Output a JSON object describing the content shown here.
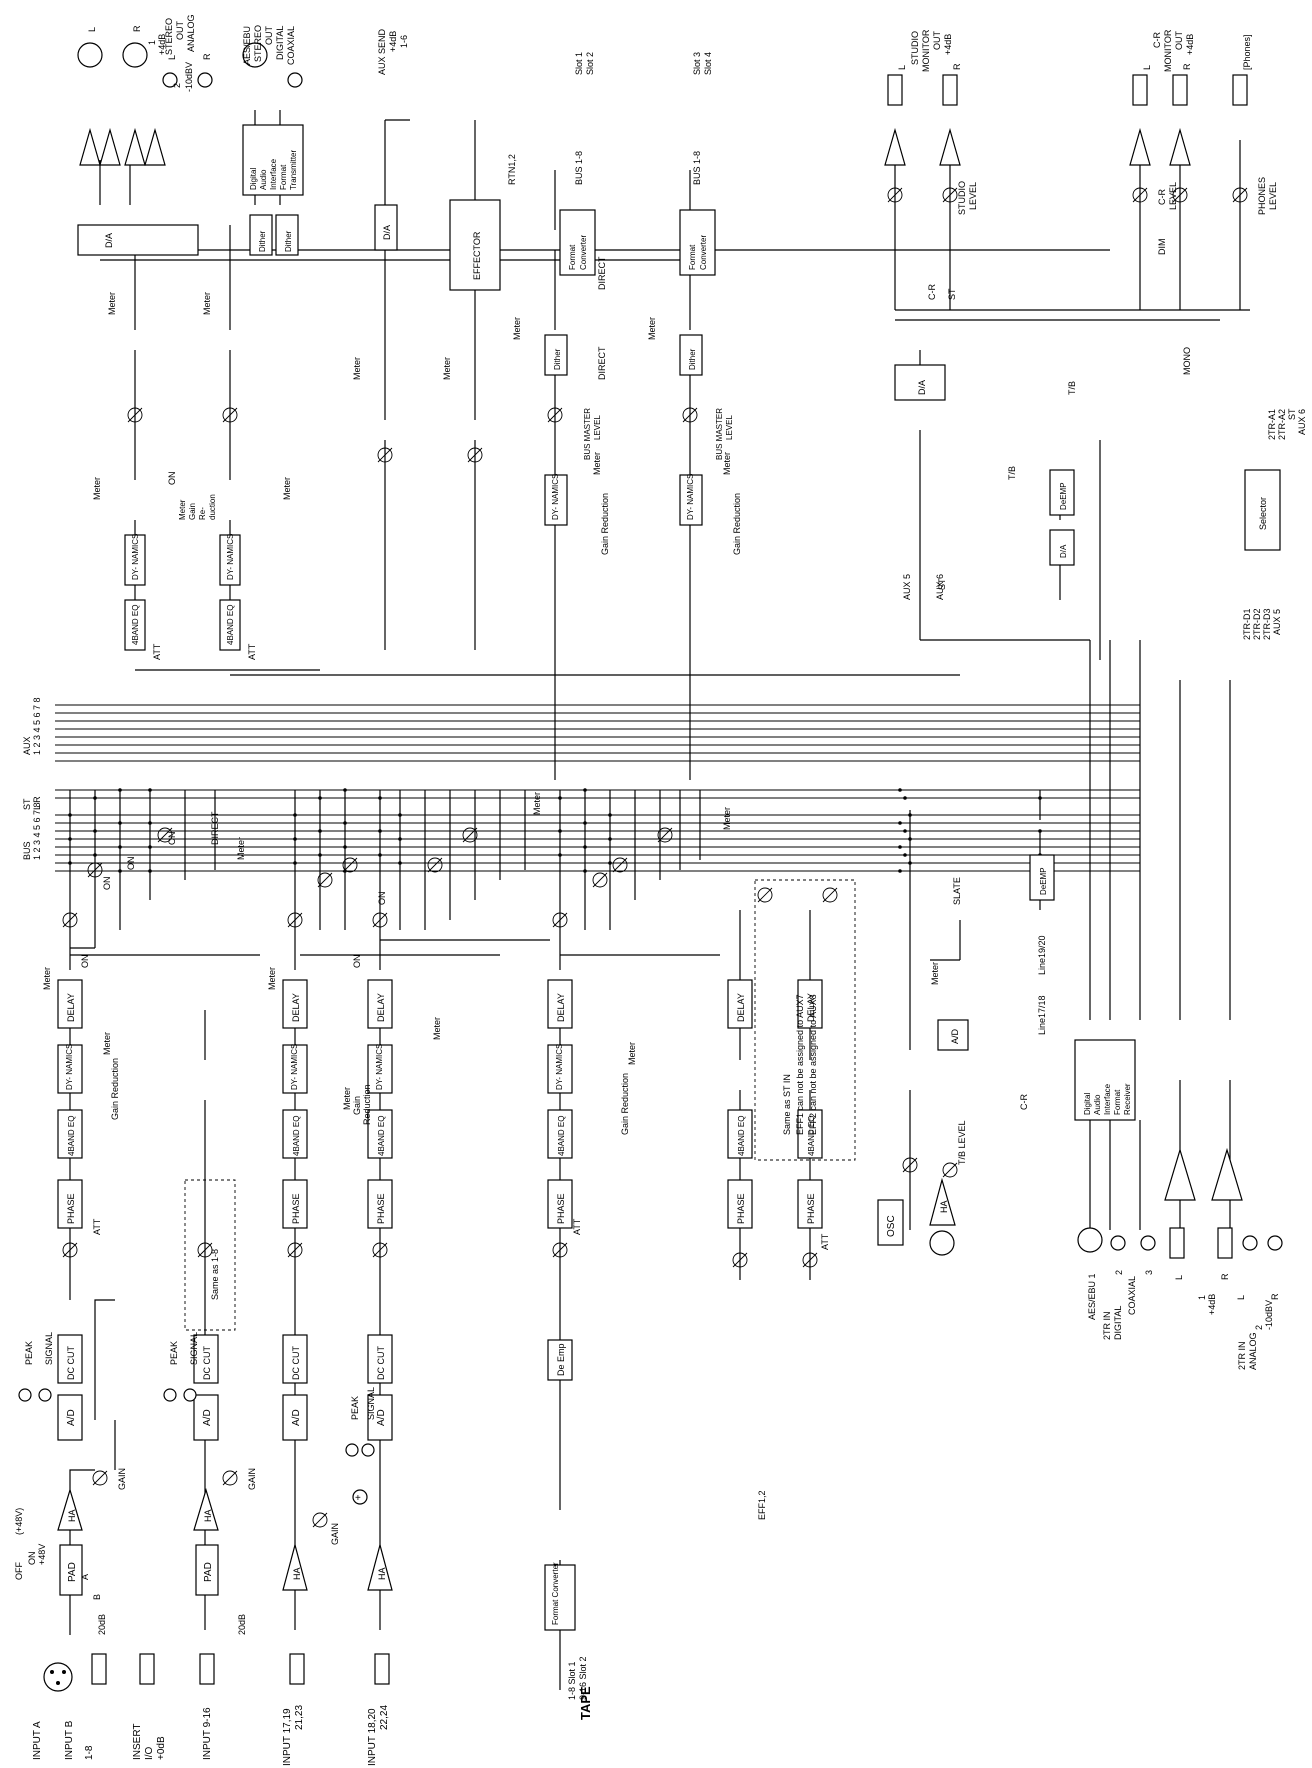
{
  "sections": {
    "inputs": {
      "input_a": "INPUT A",
      "input_b": "INPUT B",
      "range_1_8": "1-8",
      "insert_io": "INSERT\nI/O\n+0dB",
      "input_9_16": "INPUT 9-16",
      "input_17_19": "INPUT 17,19\n21,23",
      "input_18_20": "INPUT 18,20\n22,24",
      "phantom_off": "OFF",
      "phantom_on": "ON",
      "phantom_48v_paren": "(+48V)",
      "phantom_48v": "+48V",
      "switch_a": "A",
      "switch_b": "B",
      "pad_20db": "20dB",
      "gain": "GAIN",
      "peak": "PEAK",
      "signal": "SIGNAL",
      "same_as_1_8": "Same as 1-8"
    },
    "blocks": {
      "pad": "PAD",
      "ha": "HA",
      "ad": "A/D",
      "dc_cut": "DC CUT",
      "phase": "PHASE",
      "eq": "4BAND EQ",
      "dynamics": "DY-\nNAMICS",
      "delay": "DELAY",
      "att": "ATT",
      "on": "ON",
      "direct": "DIRECT",
      "meter": "Meter",
      "gain_reduction": "Gain Reduction",
      "meter_gain_reduction": "Meter\nGain\nReduction",
      "de_emp": "De Emp",
      "format_converter": "Format\nConverter"
    },
    "tape": {
      "label": "TAPE",
      "slots": "1-8 Slot 1\n9-16 Slot 2"
    },
    "eff": {
      "label": "EFF1,2",
      "same_as_st_in": "Same as ST IN",
      "eff1_note": "EFF1 can not be assigned to AUX7",
      "eff2_note": "EFF2 can not be assigned to AUX8"
    },
    "buses": {
      "aux": "AUX",
      "aux_numbers": "1 2 3 4 5 6 7 8",
      "st": "ST",
      "lr": "L R",
      "bus": "BUS",
      "bus_numbers": "1 2 3 4 5 6 7 8"
    },
    "stereo_out": {
      "analog": "STEREO\nOUT\nANALOG",
      "digital": "AES/EBU\nSTEREO\nOUT\nDIGITAL\nCOAXIAL",
      "plus4db": "1\n+4dB",
      "minus10dbv": "2\n-10dBV",
      "l": "L",
      "r": "R",
      "da": "D/A",
      "dither": "Dither",
      "transmitter": "Digital\nAudio\nInterface\nFormat\nTransmitter",
      "att": "ATT",
      "meter_gain_reduction": "Meter\nGain\nRe-\nduction"
    },
    "aux_send": {
      "label": "AUX SEND\n+4dB\n1-6",
      "da": "D/A"
    },
    "effector": {
      "label": "EFFECTOR",
      "rtn": "RTN1,2"
    },
    "bus_master": {
      "slot12": "Slot 1\nSlot 2",
      "slot34": "Slot 3\nSlot 4",
      "bus_1_8": "BUS 1-8",
      "level": "BUS MASTER\nLEVEL",
      "direct": "DIRECT",
      "dynamics": "DY-\nNAMICS",
      "dither": "Dither",
      "format_converter": "Format\nConverter",
      "meter": "Meter",
      "gain_reduction": "Gain Reduction"
    },
    "monitor": {
      "studio_out": "STUDIO\nMONITOR\nOUT\n+4dB",
      "cr_out": "C-R\nMONITOR\nOUT\n+4dB",
      "phones": "[Phones]",
      "studio_level": "STUDIO\nLEVEL",
      "cr_level": "C-R\nLEVEL",
      "phones_level": "PHONES\nLEVEL",
      "dim": "DIM",
      "mono": "MONO",
      "cr": "C-R",
      "st": "ST",
      "tb": "T/B",
      "aux5": "AUX 5",
      "aux6": "AUX 6",
      "da": "D/A",
      "de_emp": "DeEMP",
      "l": "L",
      "r": "R"
    },
    "selector": {
      "label": "Selector",
      "inputs_a": "2TR-A1\n2TR-A2\nST\nAUX 6",
      "inputs_d": "2TR-D1\n2TR-D2\n2TR-D3\nAUX 5"
    },
    "talkback": {
      "osc": "OSC",
      "tb_level": "T/B LEVEL",
      "ha": "HA",
      "ad": "A/D",
      "slate": "SLATE",
      "cr": "C-R",
      "meter": "Meter",
      "de_emp": "DeEMP"
    },
    "tr2_in": {
      "digital": "2TR IN\nDIGITAL",
      "analog": "2TR IN\nANALOG",
      "aes_ebu": "AES/EBU 1",
      "coaxial": "COAXIAL",
      "n2": "2",
      "n3": "3",
      "receiver": "Digital\nAudio\nInterface\nFormat\nReceiver",
      "line17_18": "Line17/18",
      "line19_20": "Line19/20",
      "l": "L",
      "r": "R",
      "plus4db": "1\n+4dB",
      "minus10dbv": "2\n-10dBV"
    }
  }
}
